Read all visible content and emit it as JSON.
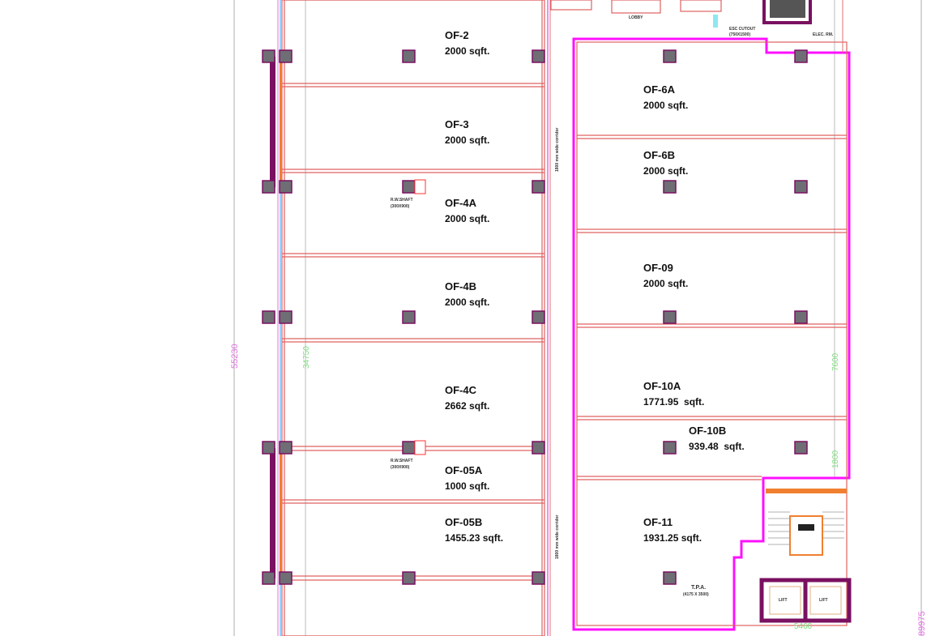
{
  "plan": {
    "left_rooms": [
      {
        "name": "OF-2",
        "area": "2000 sqft."
      },
      {
        "name": "OF-3",
        "area": "2000 sqft."
      },
      {
        "name": "OF-4A",
        "area": "2000 sqft."
      },
      {
        "name": "OF-4B",
        "area": "2000 sqft."
      },
      {
        "name": "OF-4C",
        "area": "2662 sqft."
      },
      {
        "name": "OF-05A",
        "area": "1000 sqft."
      },
      {
        "name": "OF-05B",
        "area": "1455.23 sqft."
      }
    ],
    "right_rooms": [
      {
        "name": "OF-6A",
        "area": "2000 sqft."
      },
      {
        "name": "OF-6B",
        "area": "2000 sqft."
      },
      {
        "name": "OF-09",
        "area": "2000 sqft."
      },
      {
        "name": "OF-10A",
        "area": "1771.95  sqft."
      },
      {
        "name": "OF-10B",
        "area": "939.48  sqft."
      },
      {
        "name": "OF-11",
        "area": "1931.25 sqft."
      }
    ],
    "annotations": {
      "shaft_1": "R.W.SHAFT",
      "shaft_1_size": "(300X900)",
      "shaft_2": "R.W.SHAFT",
      "shaft_2_size": "(300X900)",
      "corridor_1": "1800 mm wide corridor",
      "corridor_2": "1800 mm wide corridor",
      "duct_cutout": "ESC CUTOUT",
      "duct_cutout_size": "(750X1500)",
      "elec": "ELEC. RM.",
      "lobby": "LOBBY",
      "tpa": "T.P.A.",
      "tpa_size": "(4175 X 3500)",
      "lift_1": "LIFT",
      "lift_2": "LIFT"
    },
    "dimensions": {
      "overall_left": "55230",
      "inner_left": "34750",
      "right_1": "7600",
      "right_2": "1800",
      "lift_width": "5460",
      "overall_right": "89975"
    }
  }
}
